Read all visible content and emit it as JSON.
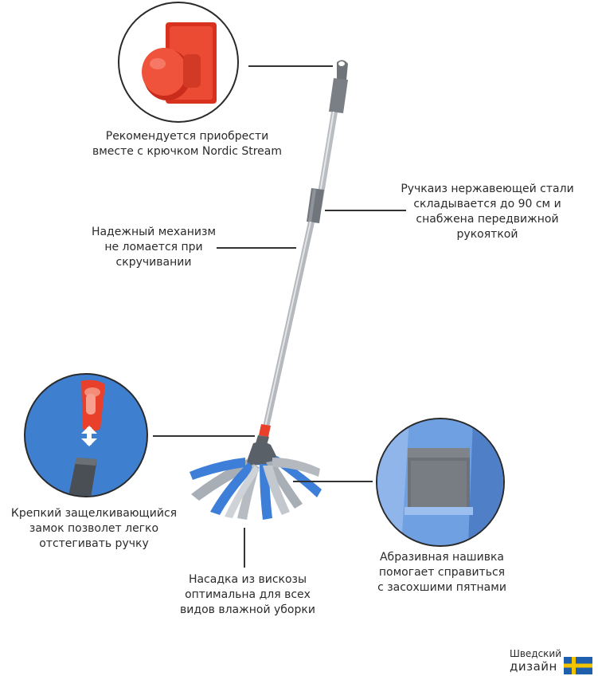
{
  "callouts": {
    "hook": "Рекомендуется приобрести\nвместе с крючком Nordic Stream",
    "handle": "Ручкаиз нержавеющей стали\nскладывается до 90 см и\nснабжена передвижной\nрукояткой",
    "mechanism": "Надежный механизм\nне ломается при\nскручивании",
    "lock": "Крепкий защелкивающийся\nзамок позволет легко\nотстегивать ручку",
    "mop_head": "Насадка из вискозы\nоптимальна для всех\nвидов влажной уборки",
    "abrasive": "Абразивная нашивка\nпомогает справиться\nс засохшими пятнами"
  },
  "brand": {
    "line1": "Шведский",
    "line2": "дизайн",
    "flag_colors": {
      "blue": "#1e5fae",
      "yellow": "#f2c400"
    }
  },
  "colors": {
    "hook_red": "#e8402a",
    "lock_bg": "#3f7fcf",
    "mop_blue": "#3d7fd8",
    "mop_gray": "#a8aeb6",
    "handle_gray": "#7a7f86"
  }
}
